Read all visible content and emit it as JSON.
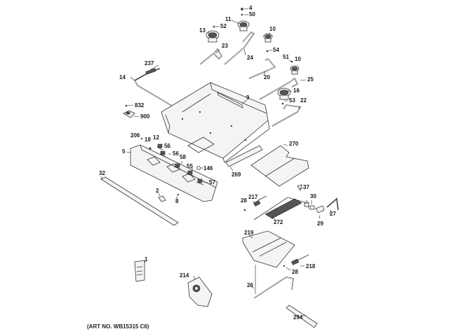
{
  "diagram": {
    "title": "Gas range burner and manifold parts exploded view",
    "caption": "(ART NO. WB15315 C6)",
    "labels": [
      {
        "id": "4",
        "text": "4"
      },
      {
        "id": "50",
        "text": "50"
      },
      {
        "id": "11",
        "text": "11"
      },
      {
        "id": "52",
        "text": "52"
      },
      {
        "id": "13",
        "text": "13"
      },
      {
        "id": "10a",
        "text": "10"
      },
      {
        "id": "23",
        "text": "23"
      },
      {
        "id": "24",
        "text": "24"
      },
      {
        "id": "54",
        "text": "54"
      },
      {
        "id": "51",
        "text": "51"
      },
      {
        "id": "10b",
        "text": "10"
      },
      {
        "id": "20",
        "text": "20"
      },
      {
        "id": "237",
        "text": "237"
      },
      {
        "id": "14",
        "text": "14"
      },
      {
        "id": "25",
        "text": "25"
      },
      {
        "id": "16",
        "text": "16"
      },
      {
        "id": "9",
        "text": "9"
      },
      {
        "id": "53",
        "text": "53"
      },
      {
        "id": "22",
        "text": "22"
      },
      {
        "id": "832",
        "text": "832"
      },
      {
        "id": "900",
        "text": "900"
      },
      {
        "id": "206",
        "text": "206"
      },
      {
        "id": "18",
        "text": "18"
      },
      {
        "id": "12",
        "text": "12"
      },
      {
        "id": "56a",
        "text": "56"
      },
      {
        "id": "5",
        "text": "5"
      },
      {
        "id": "56b",
        "text": "56"
      },
      {
        "id": "58",
        "text": "58"
      },
      {
        "id": "270",
        "text": "270"
      },
      {
        "id": "55",
        "text": "55"
      },
      {
        "id": "146",
        "text": "146"
      },
      {
        "id": "32",
        "text": "32"
      },
      {
        "id": "57",
        "text": "57"
      },
      {
        "id": "269",
        "text": "269"
      },
      {
        "id": "2",
        "text": "2"
      },
      {
        "id": "8",
        "text": "8"
      },
      {
        "id": "37",
        "text": "37"
      },
      {
        "id": "217",
        "text": "217"
      },
      {
        "id": "30",
        "text": "30"
      },
      {
        "id": "28a",
        "text": "28"
      },
      {
        "id": "27",
        "text": "27"
      },
      {
        "id": "272",
        "text": "272"
      },
      {
        "id": "29",
        "text": "29"
      },
      {
        "id": "219",
        "text": "219"
      },
      {
        "id": "1",
        "text": "1"
      },
      {
        "id": "218",
        "text": "218"
      },
      {
        "id": "28b",
        "text": "28"
      },
      {
        "id": "214",
        "text": "214"
      },
      {
        "id": "26",
        "text": "26"
      },
      {
        "id": "294",
        "text": "294"
      }
    ]
  }
}
